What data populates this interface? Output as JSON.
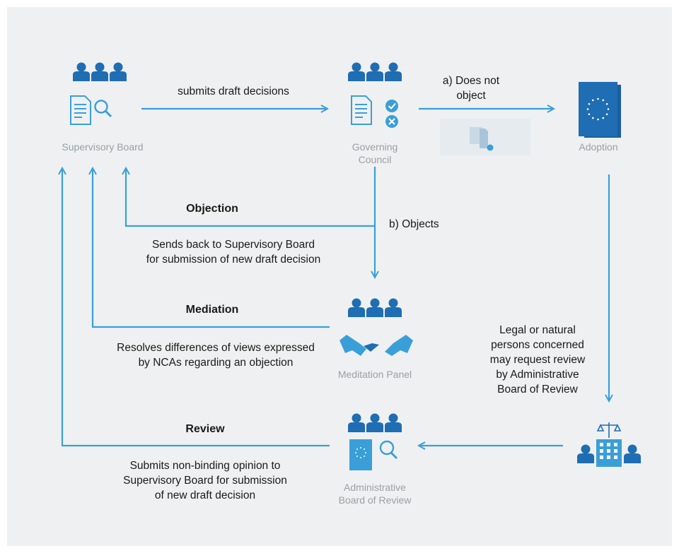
{
  "nodes": {
    "supervisory_board": "Supervisory Board",
    "governing_council": [
      "Governing",
      "Council"
    ],
    "adoption": "Adoption",
    "mediation_panel": "Meditation Panel",
    "administrative_board": [
      "Administrative",
      "Board of Review"
    ]
  },
  "flows": {
    "submits": "submits draft decisions",
    "does_not_object": [
      "a) Does not",
      "object"
    ],
    "objects": "b) Objects",
    "objection": {
      "title": "Objection",
      "text": [
        "Sends back to Supervisory Board",
        "for submission of new draft decision"
      ]
    },
    "mediation": {
      "title": "Mediation",
      "text": [
        "Resolves differences of views expressed",
        "by NCAs regarding an objection"
      ]
    },
    "review": {
      "title": "Review",
      "text": [
        "Submits non-binding opinion to",
        "Supervisory Board for submission",
        "of new draft decision"
      ]
    },
    "legal_review": [
      "Legal or natural",
      "persons concerned",
      "may request review",
      "by Administrative",
      "Board of Review"
    ]
  },
  "colors": {
    "primary": "#1f6db3",
    "line": "#3a9fd8",
    "panel_bg": "#eff0f1",
    "node_label": "#9aa0a6"
  }
}
